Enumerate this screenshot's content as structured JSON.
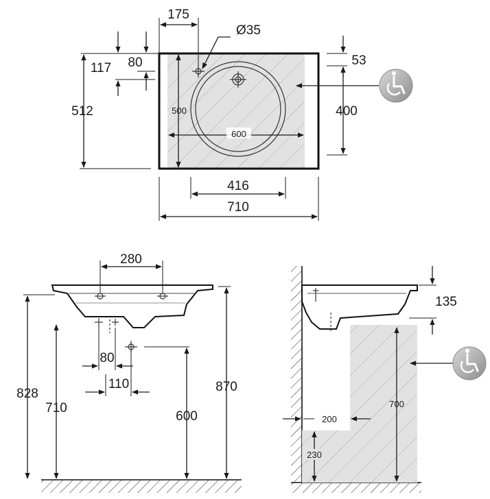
{
  "top_view": {
    "w175": "175",
    "d35": "Ø35",
    "h117": "117",
    "h80": "80",
    "h53": "53",
    "h512": "512",
    "h500": "500",
    "w600": "600",
    "h400": "400",
    "w416": "416",
    "w710": "710"
  },
  "front_view": {
    "w280": "280",
    "w80": "80",
    "w110": "110",
    "h828": "828",
    "h710": "710",
    "h600": "600",
    "h870": "870"
  },
  "side_view": {
    "h135": "135",
    "w200": "200",
    "h700": "700",
    "h230": "230"
  },
  "icons": {
    "accessibility": "wheelchair-accessibility-icon",
    "fill": "#b8b8b8",
    "hatch": "#dcdcdc"
  }
}
